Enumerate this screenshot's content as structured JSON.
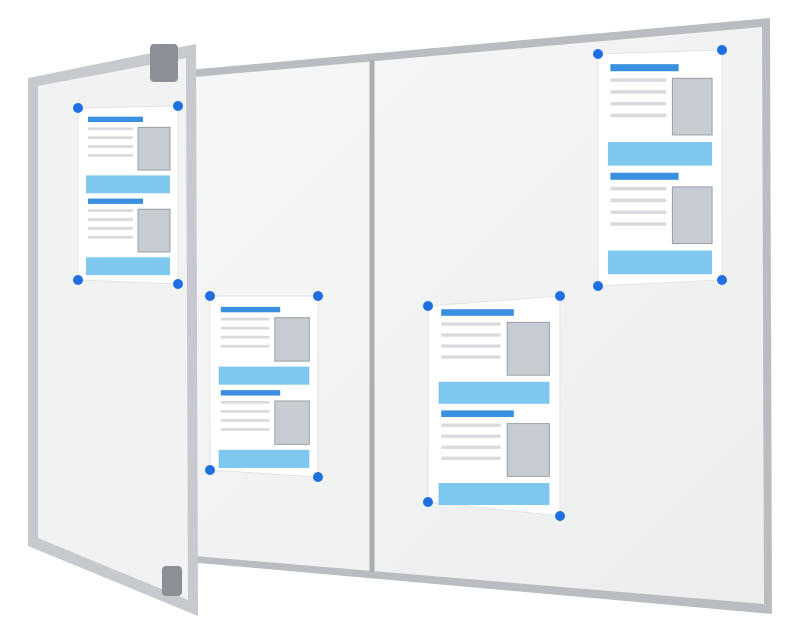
{
  "colors": {
    "frame": "#c9ccd0",
    "frame_dark": "#9a9ea3",
    "board": "#f3f4f4",
    "magnet": "#1f6fe0",
    "poster_header": "#3a8fe0",
    "poster_table": "#7ec8f0"
  },
  "posters": [
    {
      "name": "door-poster"
    },
    {
      "name": "left-panel-poster"
    },
    {
      "name": "center-poster"
    },
    {
      "name": "top-right-poster"
    }
  ]
}
